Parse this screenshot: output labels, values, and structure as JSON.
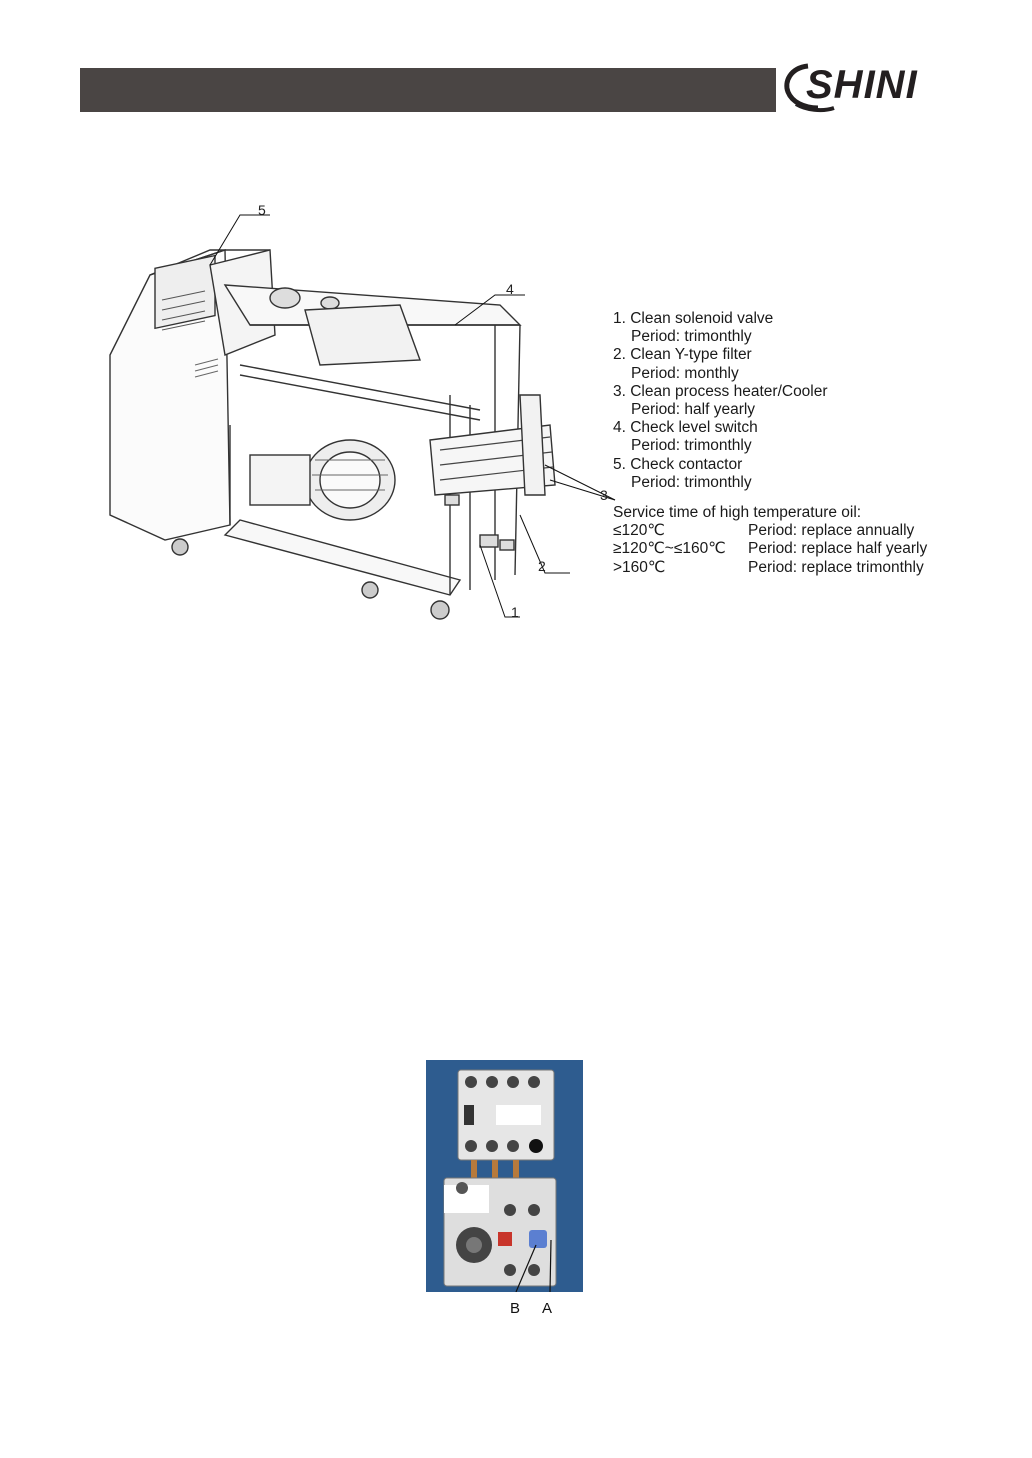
{
  "brand": {
    "logo_text": "SHINI",
    "colors": {
      "header_bar": "#4a4544",
      "logo": "#231f20",
      "photo_bg": "#2e5c8f"
    }
  },
  "diagram": {
    "callouts": [
      "5",
      "4",
      "3",
      "2",
      "1"
    ]
  },
  "legend": {
    "items": [
      {
        "title": "1. Clean solenoid valve",
        "period": "Period: trimonthly"
      },
      {
        "title": "2. Clean Y-type filter",
        "period": "Period: monthly"
      },
      {
        "title": "3. Clean process heater/Cooler",
        "period": "Period: half yearly"
      },
      {
        "title": "4. Check level switch",
        "period": "Period: trimonthly"
      },
      {
        "title": "5. Check contactor",
        "period": "Period: trimonthly"
      }
    ],
    "service": {
      "heading": "Service time of high temperature oil:",
      "rows": [
        {
          "condition": "≤120℃",
          "period": "Period: replace annually"
        },
        {
          "condition": "≥120℃~≤160℃",
          "period": "Period: replace half yearly"
        },
        {
          "condition": ">160℃",
          "period": "Period: replace trimonthly"
        }
      ]
    }
  },
  "photo": {
    "labels": {
      "b": "B",
      "a": "A"
    }
  }
}
